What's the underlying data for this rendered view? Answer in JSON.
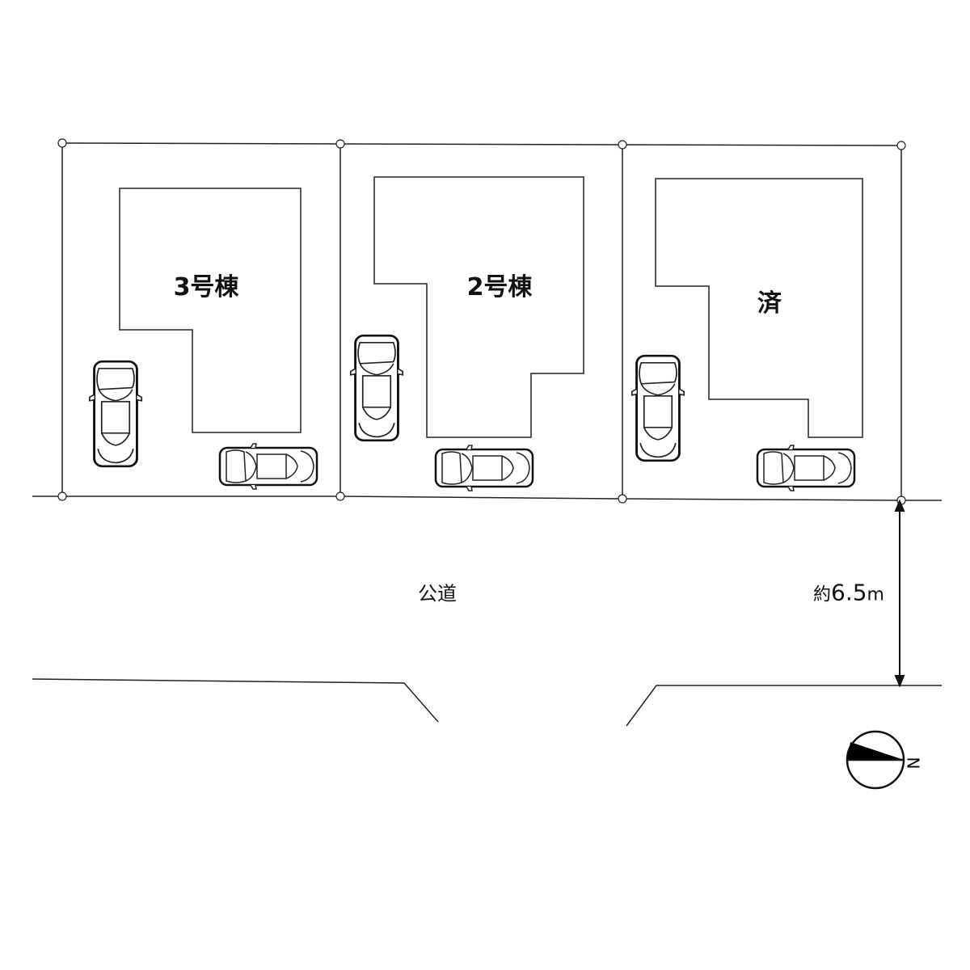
{
  "lots": [
    {
      "label": "3号棟"
    },
    {
      "label": "2号棟"
    },
    {
      "label": "済"
    }
  ],
  "road": {
    "label": "公道",
    "width_prefix": "約",
    "width_value": "6.5",
    "width_unit": "m"
  },
  "compass": {
    "label": "N"
  },
  "colors": {
    "line": "#222222",
    "fill": "#000000"
  }
}
